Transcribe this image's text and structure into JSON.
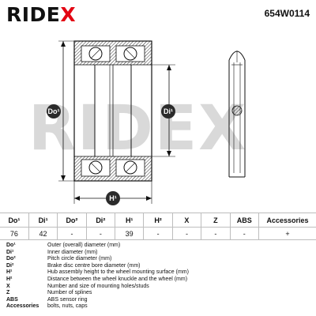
{
  "header": {
    "brand_prefix": "RIDE",
    "brand_suffix": "X",
    "part_number": "654W0114"
  },
  "drawing": {
    "watermark": "RIDEX",
    "labels": {
      "outer_diameter": "Do¹",
      "inner_diameter": "Di¹",
      "height": "H¹"
    }
  },
  "table": {
    "headers": [
      "Do¹",
      "Di¹",
      "Do²",
      "Di²",
      "H¹",
      "H²",
      "X",
      "Z",
      "ABS",
      "Accessories"
    ],
    "values": [
      "76",
      "42",
      "-",
      "-",
      "39",
      "-",
      "-",
      "-",
      "-",
      "+"
    ]
  },
  "legend": [
    {
      "key": "Do¹",
      "value": "Outer (overall) diameter (mm)"
    },
    {
      "key": "Di¹",
      "value": "Inner diameter (mm)"
    },
    {
      "key": "Do²",
      "value": "Pitch circle diameter (mm)"
    },
    {
      "key": "Di²",
      "value": "Brake disc centre bore diameter (mm)"
    },
    {
      "key": "H¹",
      "value": "Hub assembly height to the wheel mounting surface (mm)"
    },
    {
      "key": "H²",
      "value": "Distance between the wheel knuckle and the wheel (mm)"
    },
    {
      "key": "X",
      "value": "Number and size of mounting holes/studs"
    },
    {
      "key": "Z",
      "value": "Number of splines"
    },
    {
      "key": "ABS",
      "value": "ABS sensor ring"
    },
    {
      "key": "Accessories",
      "value": "bolts, nuts, caps"
    }
  ],
  "colors": {
    "brand_accent": "#e30613",
    "text": "#111111",
    "watermark": "#d9d9d9",
    "hatch": "#333333"
  }
}
